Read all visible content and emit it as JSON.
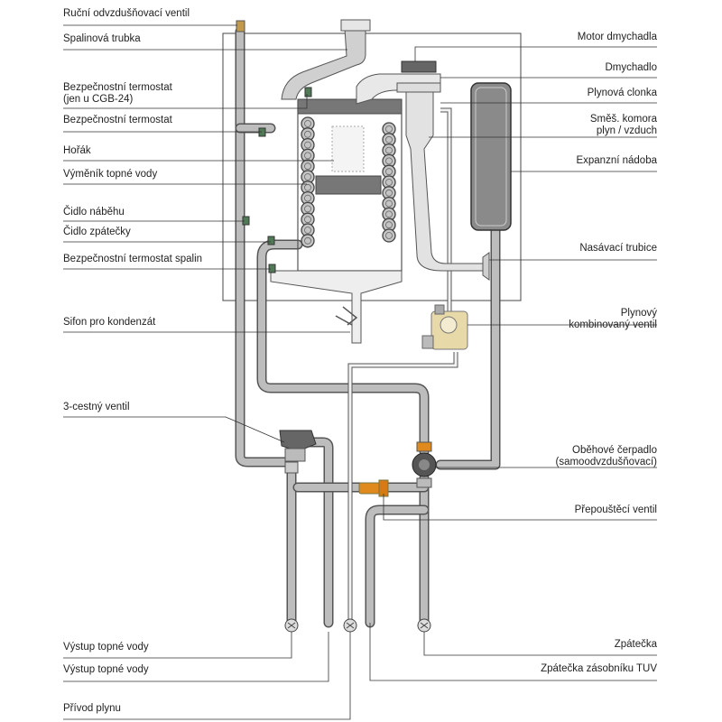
{
  "labels": {
    "left": [
      {
        "id": "rucni-odvzdusnovaci-ventil",
        "text": "Ruční odvzdušňovací ventil"
      },
      {
        "id": "spalinova-trubka",
        "text": "Spalinová trubka"
      },
      {
        "id": "bezpecnostni-termostat-cgb",
        "lines": [
          "Bezpečnostní termostat",
          "(jen u CGB-24)"
        ]
      },
      {
        "id": "bezpecnostni-termostat",
        "text": "Bezpečnostní  termostat"
      },
      {
        "id": "horak",
        "text": "Hořák"
      },
      {
        "id": "vymenik-topne-vody",
        "text": "Výměník topné vody"
      },
      {
        "id": "cidlo-nabehu",
        "text": "Čidlo náběhu"
      },
      {
        "id": "cidlo-zpatecky",
        "text": "Čidlo zpátečky"
      },
      {
        "id": "bezpecnostni-termostat-spalin",
        "text": "Bezpečnostní termostat spalin"
      },
      {
        "id": "sifon-pro-kondenzat",
        "text": "Sifon pro kondenzát"
      },
      {
        "id": "trojcestny-ventil",
        "text": "3-cestný ventil"
      },
      {
        "id": "vystup-topne-vody-1",
        "text": "Výstup topné vody"
      },
      {
        "id": "vystup-topne-vody-2",
        "text": "Výstup topné vody"
      },
      {
        "id": "privod-plynu",
        "text": "Přívod plynu"
      }
    ],
    "right": [
      {
        "id": "motor-dmychadla",
        "text": "Motor dmychadla"
      },
      {
        "id": "dmychadlo",
        "text": "Dmychadlo"
      },
      {
        "id": "plynova-clonka",
        "text": "Plynová clonka"
      },
      {
        "id": "smes-komora",
        "lines": [
          "Směš. komora",
          "plyn / vzduch"
        ]
      },
      {
        "id": "expanzni-nadoba",
        "text": "Expanzní nádoba"
      },
      {
        "id": "nasavaci-trubice",
        "text": "Nasávací trubice"
      },
      {
        "id": "plynovy-kombinovany-ventil",
        "lines": [
          "Plynový",
          "kombinovaný ventil"
        ]
      },
      {
        "id": "obehove-cerpadlo",
        "lines": [
          "Oběhové čerpadlo",
          "(samoodvzdušňovací)"
        ]
      },
      {
        "id": "prepousteci-ventil",
        "text": "Přepouštěcí ventil"
      },
      {
        "id": "zpatecka",
        "text": "Zpátečka"
      },
      {
        "id": "zpatecka-zasobniku",
        "text": "Zpátečka zásobníku TUV"
      }
    ]
  },
  "colors": {
    "pipe_fill": "#bdbdbd",
    "pipe_outline": "#555555",
    "tank_fill": "#8a8a8a",
    "coil_fill": "#c4c4c4",
    "valve_orange": "#e08a1e",
    "gas_valve_tan": "#e8d9a8",
    "sensor_green": "#4f7a55"
  }
}
